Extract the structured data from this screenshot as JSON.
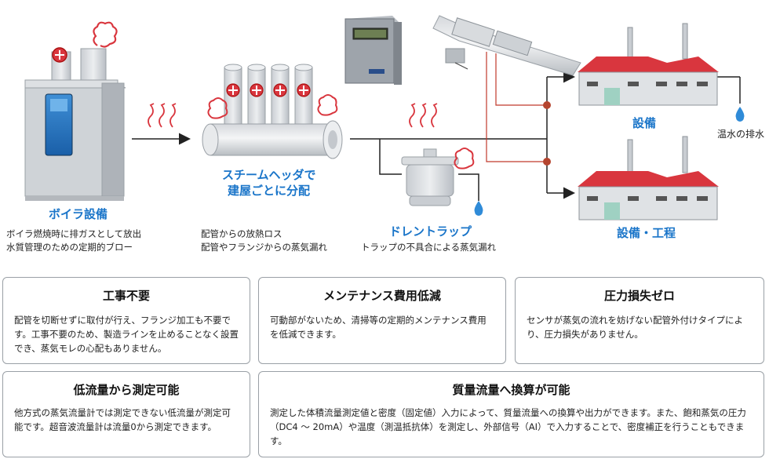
{
  "labels": {
    "boiler_title": "ボイラ設備",
    "boiler_desc1": "ボイラ燃焼時に排ガスとして放出",
    "boiler_desc2": "水質管理のための定期的ブロー",
    "header_title1": "スチームヘッダで",
    "header_title2": "建屋ごとに分配",
    "header_desc1": "配管からの放熱ロス",
    "header_desc2": "配管やフランジからの蒸気漏れ",
    "trap_title": "ドレントラップ",
    "trap_desc": "トラップの不具合による蒸気漏れ",
    "equip_title": "設備",
    "equip2_title": "設備・工程",
    "drain_label": "温水の排水"
  },
  "features": [
    {
      "title": "工事不要",
      "text": "配管を切断せずに取付が行え、フランジ加工も不要です。工事不要のため、製造ラインを止めることなく設置でき、蒸気モレの心配もありません。"
    },
    {
      "title": "メンテナンス費用低減",
      "text": "可動部がないため、清掃等の定期的メンテナンス費用を低減できます。"
    },
    {
      "title": "圧力損失ゼロ",
      "text": "センサが蒸気の流れを妨げない配管外付けタイプにより、圧力損失がありません。"
    },
    {
      "title": "低流量から測定可能",
      "text": "他方式の蒸気流量計では測定できない低流量が測定可能です。超音波流量計は流量0から測定できます。"
    },
    {
      "title": "質量流量へ換算が可能",
      "text": "測定した体積流量測定値と密度（固定値）入力によって、質量流量への換算や出力ができます。また、飽和蒸気の圧力（DC4 ～ 20mA）や温度（測温抵抗体）を測定し、外部信号（AI）で入力することで、密度補正を行うこともできます。"
    }
  ]
}
